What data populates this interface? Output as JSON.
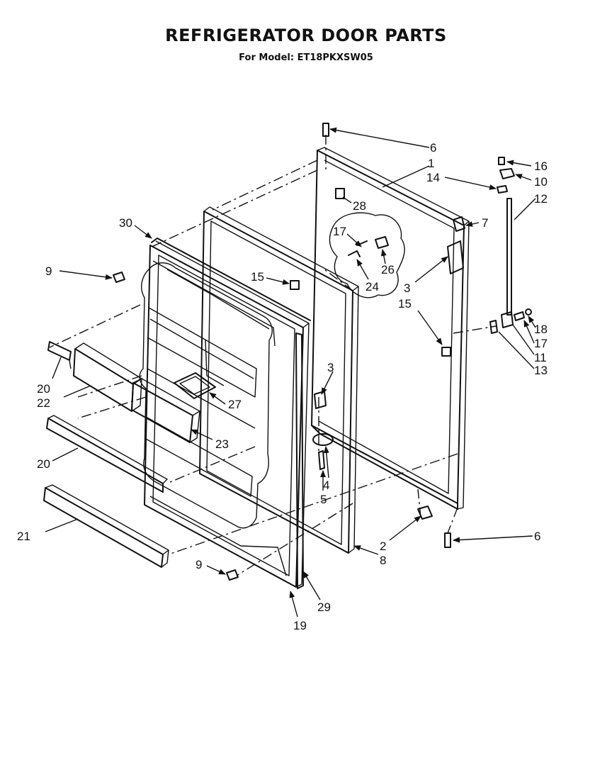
{
  "header": {
    "title": "REFRIGERATOR DOOR PARTS",
    "subtitle": "For Model: ET18PKXSW05"
  },
  "callouts": {
    "c1": "1",
    "c2": "2",
    "c3a": "3",
    "c3b": "3",
    "c4": "4",
    "c5": "5",
    "c6a": "6",
    "c6b": "6",
    "c7": "7",
    "c8": "8",
    "c9a": "9",
    "c9b": "9",
    "c10": "10",
    "c11": "11",
    "c12": "12",
    "c13": "13",
    "c14": "14",
    "c15a": "15",
    "c15b": "15",
    "c16": "16",
    "c17a": "17",
    "c17b": "17",
    "c18": "18",
    "c19": "19",
    "c20a": "20",
    "c20b": "20",
    "c21": "21",
    "c22": "22",
    "c23": "23",
    "c24": "24",
    "c26": "26",
    "c27": "27",
    "c28": "28",
    "c29": "29",
    "c30": "30"
  }
}
